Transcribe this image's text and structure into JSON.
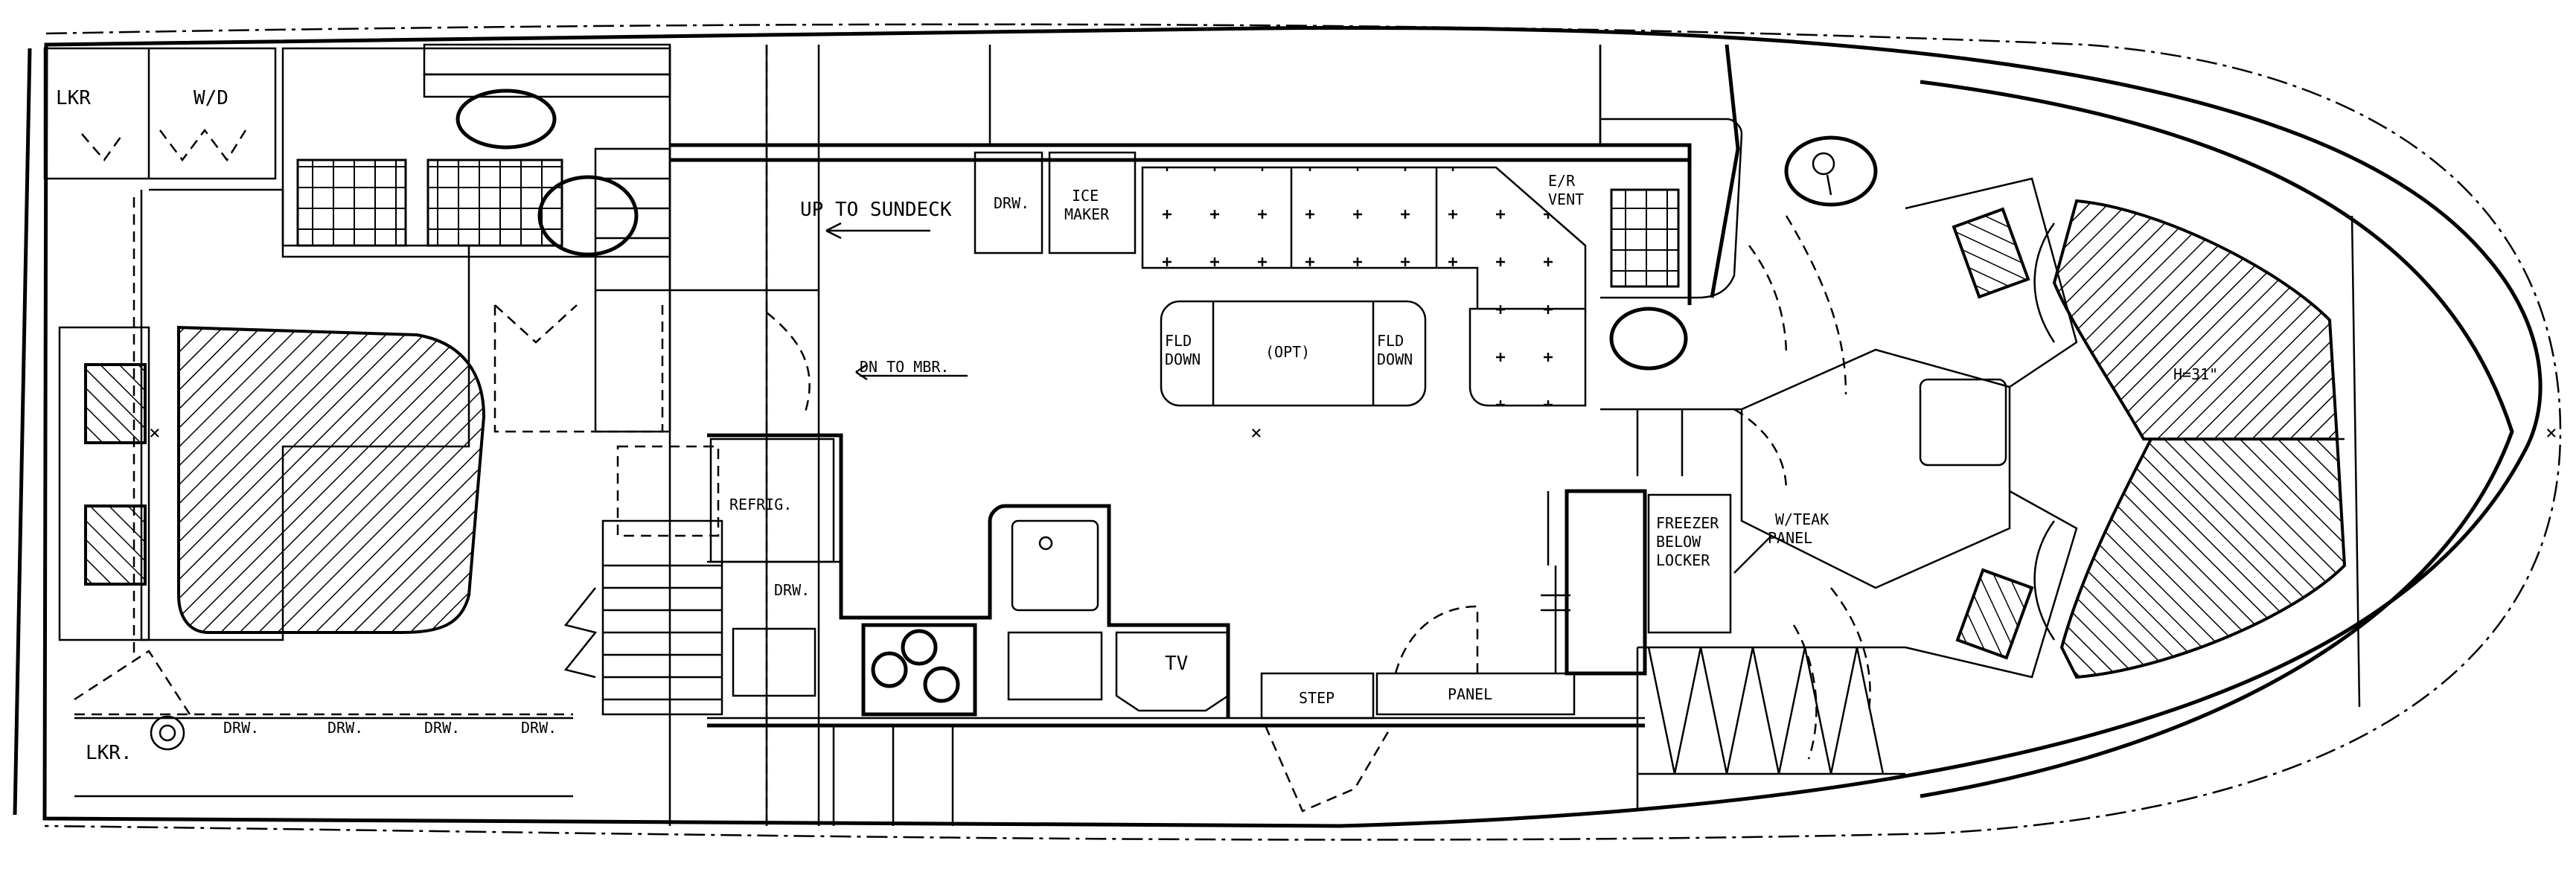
{
  "labels": {
    "lkr_top": "LKR",
    "wd": "W/D",
    "up_to_sundeck": "UP TO SUNDECK",
    "drw_top": "DRW.",
    "ice_maker_1": "ICE",
    "ice_maker_2": "MAKER",
    "er_vent_1": "E/R",
    "er_vent_2": "VENT",
    "dn_to_mbr": "DN TO MBR.",
    "fld_down_left_1": "FLD",
    "fld_down_left_2": "DOWN",
    "opt": "(OPT)",
    "fld_down_right_1": "FLD",
    "fld_down_right_2": "DOWN",
    "refrig": "REFRIG.",
    "drw_galley": "DRW.",
    "tv": "TV",
    "step": "STEP",
    "panel": "PANEL",
    "freezer_1": "FREEZER",
    "freezer_2": "BELOW",
    "freezer_3": "LOCKER",
    "wteak_1": "W/TEAK",
    "wteak_2": "PANEL",
    "headroom": "H=31\"",
    "lkr_bottom": "LKR.",
    "drw_1": "DRW.",
    "drw_2": "DRW.",
    "drw_3": "DRW.",
    "drw_4": "DRW."
  }
}
